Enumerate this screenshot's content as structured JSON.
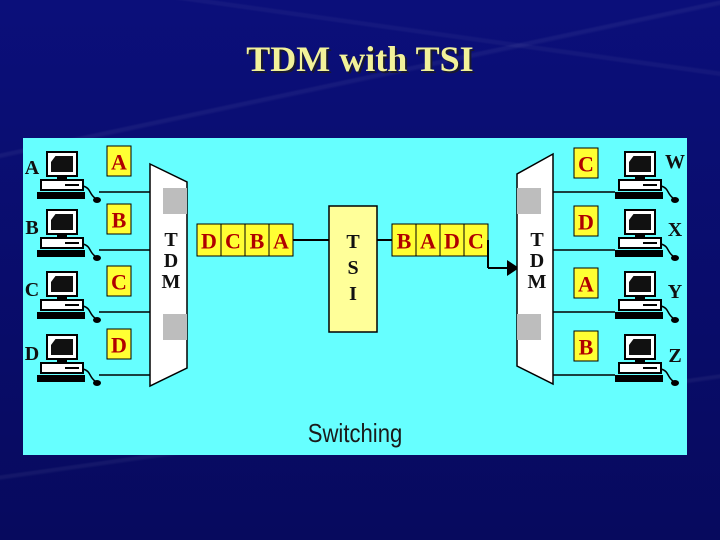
{
  "title": "TDM with TSI",
  "caption": "Switching",
  "left_stations": [
    {
      "name": "A",
      "slot": "A"
    },
    {
      "name": "B",
      "slot": "B"
    },
    {
      "name": "C",
      "slot": "C"
    },
    {
      "name": "D",
      "slot": "D"
    }
  ],
  "right_stations": [
    {
      "name": "W",
      "slot": "C"
    },
    {
      "name": "X",
      "slot": "D"
    },
    {
      "name": "Y",
      "slot": "A"
    },
    {
      "name": "Z",
      "slot": "B"
    }
  ],
  "left_mux_label": [
    "T",
    "D",
    "M"
  ],
  "right_mux_label": [
    "T",
    "D",
    "M"
  ],
  "input_frame": [
    "D",
    "C",
    "B",
    "A"
  ],
  "output_frame": [
    "B",
    "A",
    "D",
    "C"
  ],
  "tsi_label": [
    "T",
    "S",
    "I"
  ],
  "colors": {
    "panel": "#66ffff",
    "slot": "#ffff33",
    "slot_text": "#b00000",
    "title": "#f2f29a"
  }
}
